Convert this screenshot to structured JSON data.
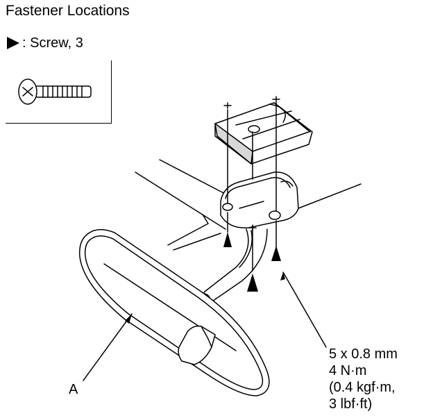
{
  "title": "Fastener Locations",
  "legend": {
    "marker_icon": "filled-triangle-right",
    "label": ": Screw, 3"
  },
  "callouts": {
    "part_label": "A",
    "torque_spec": [
      "5 x 0.8 mm",
      "4 N·m",
      "(0.4 kgf·m,",
      "3 lbf·ft)"
    ]
  },
  "colors": {
    "line": "#000000",
    "fill": "#ffffff",
    "shade": "#d8d8d8"
  }
}
